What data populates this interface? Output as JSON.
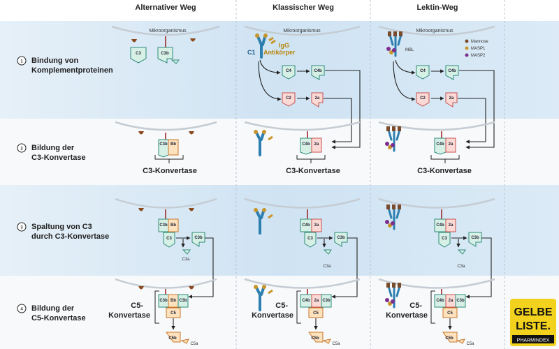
{
  "columns": {
    "alternative": "Alternativer Weg",
    "classical": "Klassischer Weg",
    "lectin": "Lektin-Weg"
  },
  "steps": [
    {
      "num": "1",
      "line1": "Bindung von",
      "line2": "Komplementproteinen"
    },
    {
      "num": "2",
      "line1": "Bildung der",
      "line2": "C3-Konvertase"
    },
    {
      "num": "3",
      "line1": "Spaltung von C3",
      "line2": "durch C3-Konvertase"
    },
    {
      "num": "4",
      "line1": "Bildung der",
      "line2": "C5-Konvertase"
    }
  ],
  "microorganism": "Mikroorganismus",
  "proteins": {
    "c3": "C3",
    "c3b": "C3b",
    "c3a": "C3a",
    "bb": "Bb",
    "c4": "C4",
    "c4b": "C4b",
    "c2": "C2",
    "c2a": "2a",
    "c5": "C5",
    "c5b": "C5b",
    "c5a": "C5a"
  },
  "labels": {
    "igg": "IgG",
    "antibodies": "Antikörper",
    "c1": "C1",
    "mbl": "MBL",
    "c3_convertase": "C3-Konvertase",
    "c5_convertase_line1": "C5-",
    "c5_convertase_line2": "Konvertase"
  },
  "legend": [
    {
      "label": "Mannose",
      "color": "#7a4a2a"
    },
    {
      "label": "MASP1",
      "color": "#c9962b"
    },
    {
      "label": "MASP2",
      "color": "#7b2d8e"
    }
  ],
  "logo": {
    "line1": "GELBE",
    "line2": "LISTE.",
    "sub": "PHARMINDEX"
  },
  "colors": {
    "teal": "#2e8b7a",
    "teal_fill": "#d7f0e6",
    "pink": "#c8504f",
    "pink_fill": "#fbdad6",
    "orange": "#c9762b",
    "orange_fill": "#fde2bd",
    "band": "#dcebf6",
    "logo_bg": "#f2d21c"
  }
}
